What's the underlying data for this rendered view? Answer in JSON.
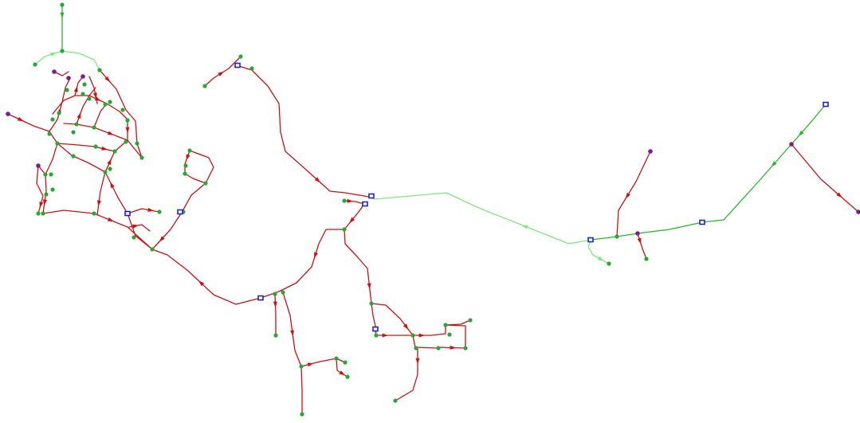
{
  "colors": {
    "background": "#ffffff",
    "pipe_flow": "#cc1111",
    "pipe_main": "#7de87d",
    "pipe_main_dark": "#22bb22",
    "junction": "#22aa33",
    "terminal": "#7a1e8c",
    "valve": "#1f24c8"
  },
  "legend": {
    "element_types": [
      "pipe",
      "main-pipe",
      "junction",
      "terminal-node",
      "valve",
      "flow-arrow"
    ]
  }
}
